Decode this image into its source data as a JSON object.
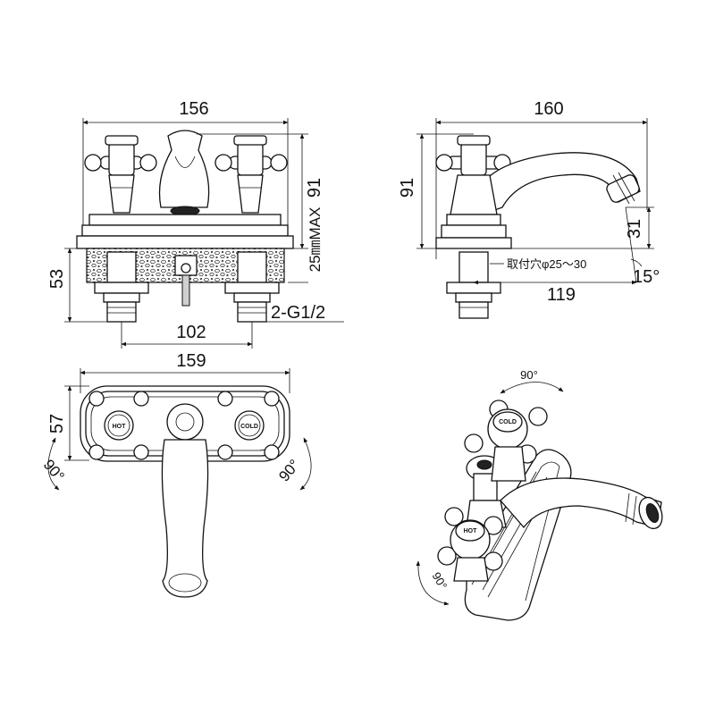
{
  "front_view": {
    "width_label": "156",
    "height_label": "91",
    "max_label": "25㎜MAX",
    "base_label": "53",
    "spacing_label": "102",
    "thread_label": "2-G1/2"
  },
  "side_view": {
    "width_label": "160",
    "height_label": "91",
    "spout_label": "31",
    "hole_label": "取付穴φ25～30",
    "reach_label": "119",
    "angle_label": "15°"
  },
  "top_view": {
    "width_label": "159",
    "depth_label": "57",
    "hot_label": "HOT",
    "cold_label": "COLD",
    "rot_left_label": "90°",
    "rot_right_label": "90°"
  },
  "iso_view": {
    "rot_top_label": "90°",
    "rot_bottom_label": "90°",
    "hot_label": "HOT",
    "cold_label": "COLD"
  }
}
